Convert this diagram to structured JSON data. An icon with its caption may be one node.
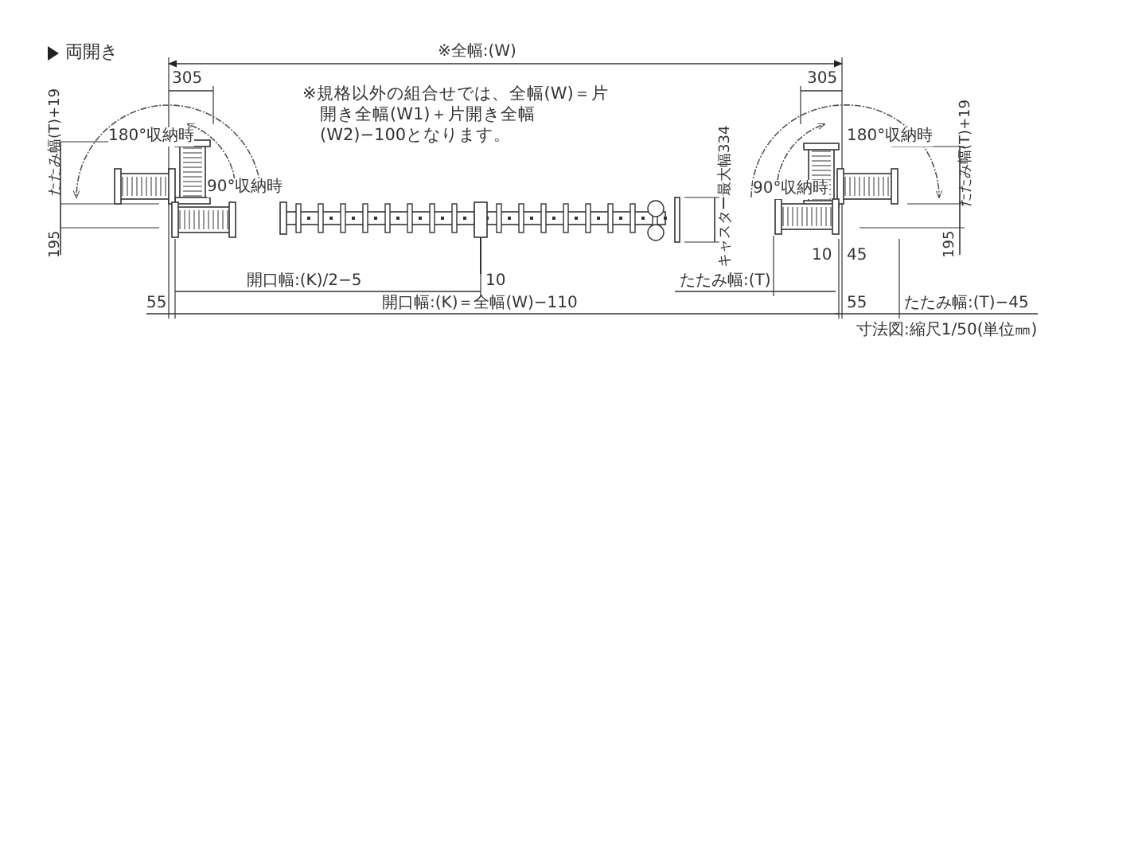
{
  "diagram": {
    "labels": [
      "両開き",
      "※全幅:(W)",
      "305",
      "305",
      "※規格以外の組合せでは、全幅(W)＝片開き全幅(W1)＋片開き全幅(W2)−100となります。",
      "180°収納時",
      "180°収納時",
      "たたみ幅(T)+19",
      "90°収納時",
      "90°収納時",
      "キャスター最大幅334",
      "たたみ幅(T)+19",
      "195",
      "195",
      "開口幅:(K)/2−5",
      "10",
      "たたみ幅:(T)",
      "10",
      "45",
      "55",
      "開口幅:(K)＝全幅(W)−110",
      "55",
      "たたみ幅:(T)−45",
      "寸法図:縮尺1/50(単位㎜)"
    ]
  }
}
